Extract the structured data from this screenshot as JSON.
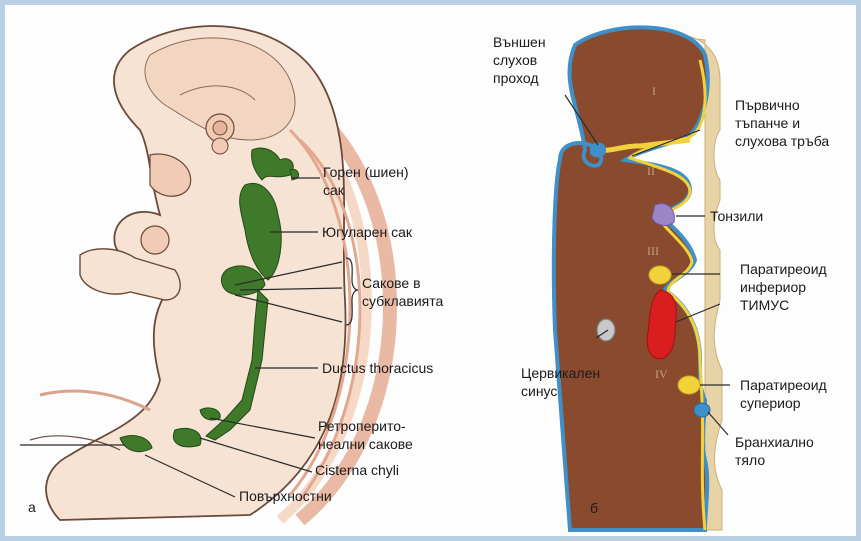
{
  "panel_a": {
    "letter": "а",
    "labels": {
      "upper_sac": [
        "Горен (шиен)",
        "сак"
      ],
      "jugular_sac": "Югуларен сак",
      "subclavian_sacs": [
        "Сакове в",
        "субклавията"
      ],
      "ductus": "Ductus thoracicus",
      "retroperitoneal": [
        "Ретроперито-",
        "неални сакове"
      ],
      "cisterna": "Cisterna chyli",
      "superficial": "Повърхностни"
    }
  },
  "panel_b": {
    "letter": "б",
    "labels": {
      "ext_ear": [
        "Външен",
        "слухов",
        "проход"
      ],
      "tympanic": [
        "Първично",
        "тъпанче и",
        "слухова тръба"
      ],
      "tonsils": "Тонзили",
      "parathyroid_inf": [
        "Паратиреоид",
        "инфериор"
      ],
      "thymus": "ТИМУС",
      "cervical_sinus": [
        "Цервикален",
        "синус"
      ],
      "parathyroid_sup": [
        "Паратиреоид",
        "супериор"
      ],
      "branchial": [
        "Бранхиално",
        "тяло"
      ]
    },
    "arches": [
      "I",
      "II",
      "III",
      "IV"
    ]
  },
  "colors": {
    "frame": "#b9cfe4",
    "embryo_fill": "#f7e3d3",
    "embryo_outline": "#6b4a3a",
    "lymph_green": "#3f7a2b",
    "arch_brown": "#8a4a2e",
    "arch_outline_blue": "#3f8fc8",
    "endoderm_yellow": "#f2d23a",
    "tonsil_purple": "#9b86c8",
    "thymus_red": "#d81e1e"
  }
}
